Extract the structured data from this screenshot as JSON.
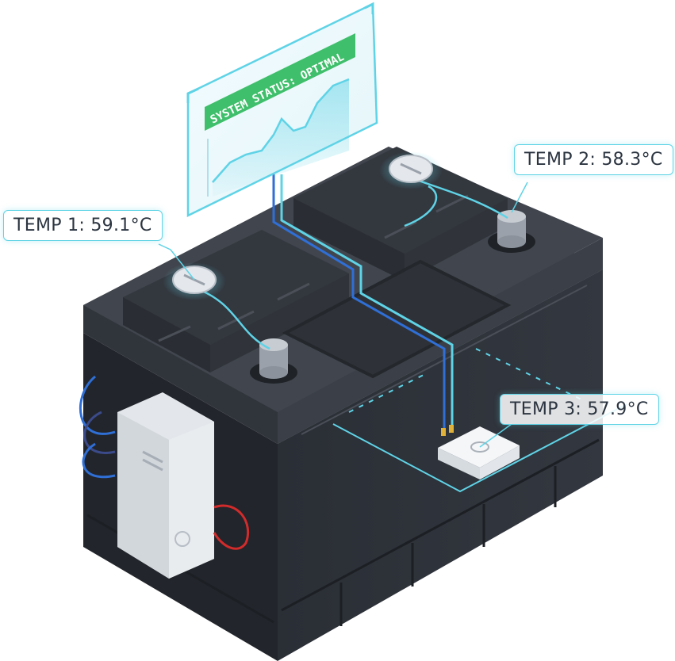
{
  "status_panel": {
    "status_text": "SYSTEM STATUS: OPTIMAL"
  },
  "sensors": [
    {
      "label": "TEMP 1: 59.1°C"
    },
    {
      "label": "TEMP 2: 58.3°C"
    },
    {
      "label": "TEMP 3: 57.9°C"
    }
  ],
  "colors": {
    "accent": "#5fd3e6",
    "status_green": "#3fbf6b",
    "battery_body": "#2d3138",
    "battery_top": "#3a3f47",
    "wire_blue": "#2f6fd6",
    "wire_red": "#d22b2b"
  }
}
